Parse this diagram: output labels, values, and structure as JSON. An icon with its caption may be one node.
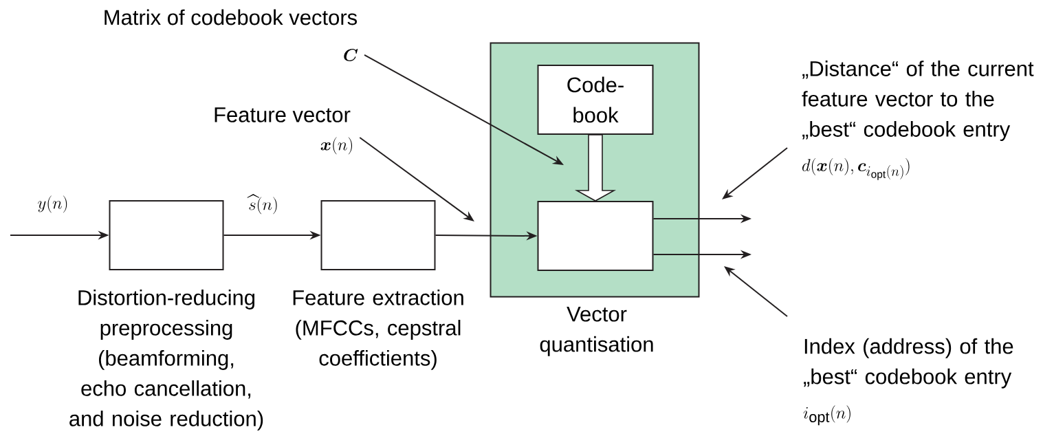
{
  "diagram": {
    "nodes": [
      {
        "text": [],
        "shape": "box",
        "beside": [
          "Distortion-reducing preprocessing (beamforming, echo cancellation, and noise reduction)"
        ]
      },
      {
        "text": [],
        "shape": "box",
        "beside": [
          "Feature extraction (MFCCs, cepstral coeffictients)"
        ]
      },
      {
        "text": [],
        "shape": "box",
        "beside": [
          "Vector quantisation"
        ]
      },
      {
        "text": [
          "Code- book"
        ],
        "in": 2
      },
      {
        "text": [],
        "shape": "box",
        "in": 2
      },
      {
        "text": [
          "Matrix of codebook vectors",
          "\\boldsymbol{C}"
        ]
      },
      {
        "text": [
          "Feature vector",
          "\\boldsymbol{x}(n)"
        ]
      },
      {
        "text": [
          "„Distance“ of the current feature vector to the „best“ codebook entry",
          "d(\\boldsymbol{x}(n),\\boldsymbol{c}_{i_{\\mathrm{opt}}(n)})"
        ]
      },
      {
        "text": [
          "Index (address) of the „best“ codebook entry",
          "i_{\\mathrm{opt}}(n)"
        ]
      }
    ],
    "edges": [
      {
        "from": null,
        "to": 0,
        "arrow": "to",
        "label": "y(n)"
      },
      {
        "from": 0,
        "to": 1,
        "arrow": "to",
        "label": "\\widehat{s}(n)"
      },
      {
        "from": 1,
        "to": 4,
        "arrow": "to"
      },
      {
        "from": 3,
        "to": 4,
        "arrow": "to",
        "style": "thick"
      },
      {
        "from": 4,
        "to": null,
        "arrow": "to"
      },
      {
        "from": 4,
        "to": null,
        "arrow": "to"
      },
      {
        "from": 5,
        "to": null,
        "arrow": "to"
      },
      {
        "from": 6,
        "to": null,
        "arrow": "to"
      },
      {
        "from": 7,
        "to": null,
        "arrow": "to"
      },
      {
        "from": 8,
        "to": null,
        "arrow": "to"
      }
    ]
  }
}
